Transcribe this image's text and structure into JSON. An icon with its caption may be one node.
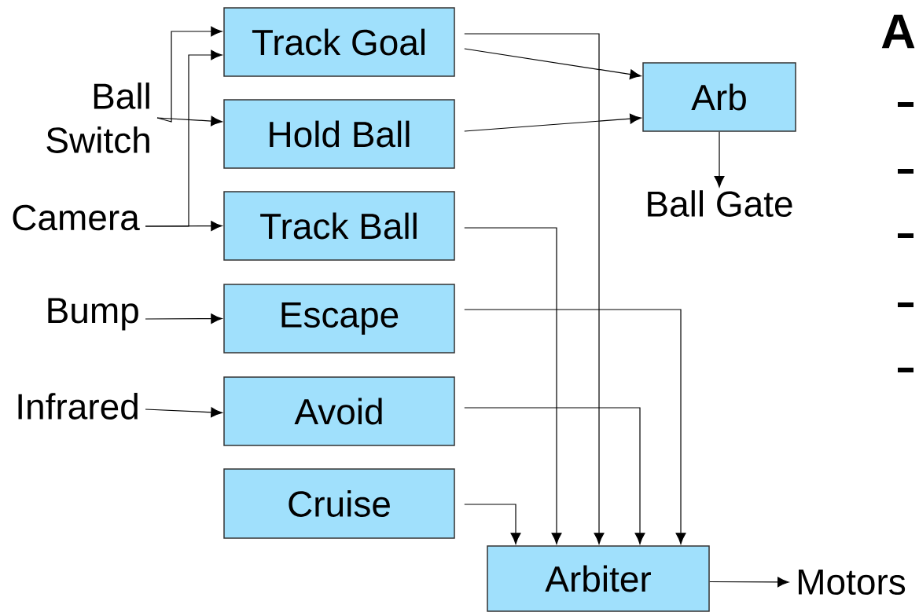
{
  "diagram": {
    "nodes": [
      {
        "text": [
          "Track Goal"
        ]
      },
      {
        "text": [
          "Hold Ball"
        ]
      },
      {
        "text": [
          "Track Ball"
        ]
      },
      {
        "text": [
          "Escape"
        ]
      },
      {
        "text": [
          "Avoid"
        ]
      },
      {
        "text": [
          "Cruise"
        ]
      },
      {
        "text": [
          "Arb"
        ]
      },
      {
        "text": [
          "Arbiter"
        ]
      },
      {
        "text": [
          "Ball Switch"
        ]
      },
      {
        "text": [
          "Camera"
        ]
      },
      {
        "text": [
          "Bump"
        ]
      },
      {
        "text": [
          "Infrared"
        ]
      },
      {
        "text": [
          "Ball Gate"
        ]
      },
      {
        "text": [
          "Motors"
        ]
      }
    ],
    "edges": [
      {
        "from": 8,
        "to": 0,
        "arrow": "to"
      },
      {
        "from": 8,
        "to": 1,
        "arrow": "to"
      },
      {
        "from": 9,
        "to": 0,
        "arrow": "to"
      },
      {
        "from": 9,
        "to": 2,
        "arrow": "to"
      },
      {
        "from": 10,
        "to": 3,
        "arrow": "to"
      },
      {
        "from": 11,
        "to": 4,
        "arrow": "to"
      },
      {
        "from": 0,
        "to": 6,
        "arrow": "to"
      },
      {
        "from": 1,
        "to": 6,
        "arrow": "to"
      },
      {
        "from": 6,
        "to": 12,
        "arrow": "to"
      },
      {
        "from": 0,
        "to": 7,
        "arrow": "to"
      },
      {
        "from": 2,
        "to": 7,
        "arrow": "to"
      },
      {
        "from": 3,
        "to": 7,
        "arrow": "to"
      },
      {
        "from": 4,
        "to": 7,
        "arrow": "to"
      },
      {
        "from": 5,
        "to": 7,
        "arrow": "to"
      },
      {
        "from": 7,
        "to": 13,
        "arrow": "to"
      }
    ],
    "labels": [
      "A"
    ]
  }
}
